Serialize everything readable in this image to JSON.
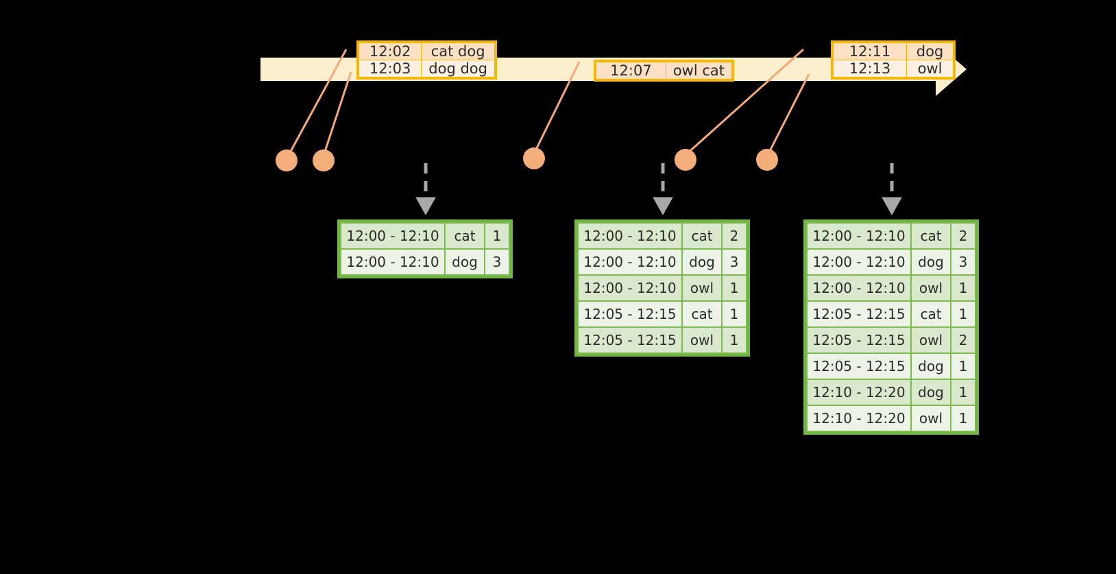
{
  "palette": {
    "background": "#000000",
    "timeline_fill": "#FCEFCD",
    "event_border": "#F5B800",
    "event_fill_a": "#FBE0C4",
    "event_fill_b": "#FDF0E2",
    "connector": "#F2A97C",
    "dot": "#F4AE7C",
    "window_border": "#73B448",
    "window_fill_a": "#DAE8CD",
    "window_fill_b": "#EDF3E7",
    "arrow_gray": "#A8A8A8"
  },
  "timeline": {
    "name": "event-stream-timeline",
    "events": [
      {
        "id": "event-group-1",
        "rows": [
          {
            "time": "12:02",
            "payload": "cat dog"
          },
          {
            "time": "12:03",
            "payload": "dog dog"
          }
        ]
      },
      {
        "id": "event-group-2",
        "rows": [
          {
            "time": "12:07",
            "payload": "owl cat"
          }
        ]
      },
      {
        "id": "event-group-3",
        "rows": [
          {
            "time": "12:11",
            "payload": "dog"
          },
          {
            "time": "12:13",
            "payload": "owl"
          }
        ]
      }
    ]
  },
  "results": [
    {
      "id": "result-table-1",
      "rows": [
        {
          "window": "12:00 - 12:10",
          "key": "cat",
          "count": "1"
        },
        {
          "window": "12:00 - 12:10",
          "key": "dog",
          "count": "3"
        }
      ]
    },
    {
      "id": "result-table-2",
      "rows": [
        {
          "window": "12:00 - 12:10",
          "key": "cat",
          "count": "2"
        },
        {
          "window": "12:00 - 12:10",
          "key": "dog",
          "count": "3"
        },
        {
          "window": "12:00 - 12:10",
          "key": "owl",
          "count": "1"
        },
        {
          "window": "12:05 - 12:15",
          "key": "cat",
          "count": "1"
        },
        {
          "window": "12:05 - 12:15",
          "key": "owl",
          "count": "1"
        }
      ]
    },
    {
      "id": "result-table-3",
      "rows": [
        {
          "window": "12:00 - 12:10",
          "key": "cat",
          "count": "2"
        },
        {
          "window": "12:00 - 12:10",
          "key": "dog",
          "count": "3"
        },
        {
          "window": "12:00 - 12:10",
          "key": "owl",
          "count": "1"
        },
        {
          "window": "12:05 - 12:15",
          "key": "cat",
          "count": "1"
        },
        {
          "window": "12:05 - 12:15",
          "key": "owl",
          "count": "2"
        },
        {
          "window": "12:05 - 12:15",
          "key": "dog",
          "count": "1"
        },
        {
          "window": "12:10 - 12:20",
          "key": "dog",
          "count": "1"
        },
        {
          "window": "12:10 - 12:20",
          "key": "owl",
          "count": "1"
        }
      ]
    }
  ]
}
